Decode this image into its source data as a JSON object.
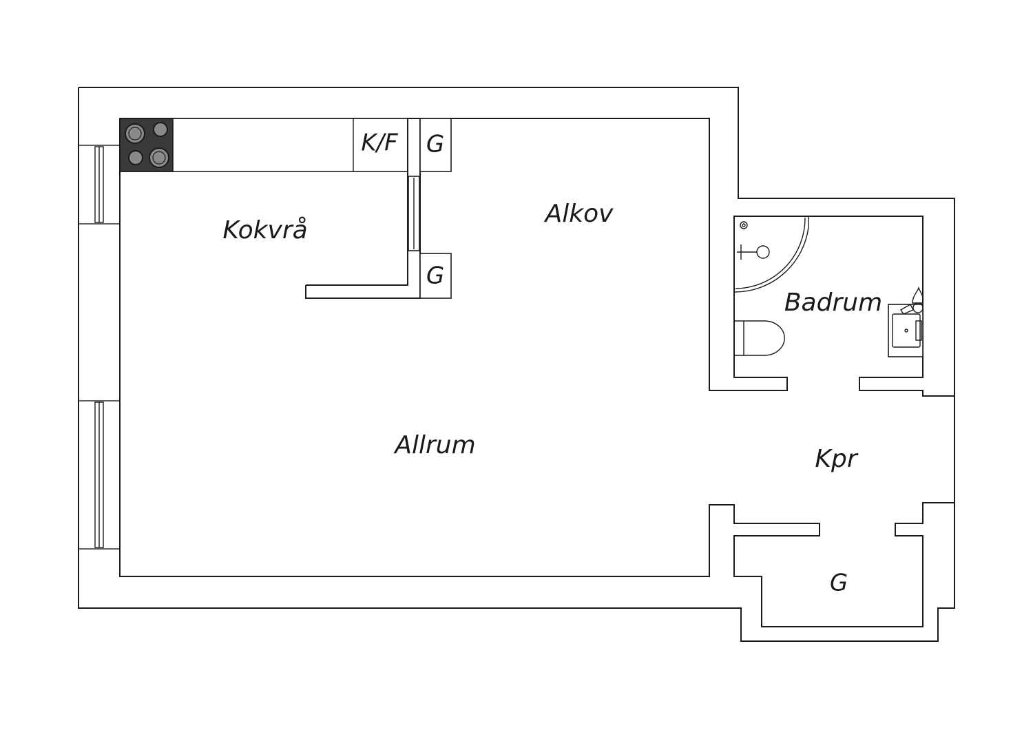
{
  "rooms": {
    "kitchen": "Kokvrå",
    "alcove": "Alkov",
    "living_room": "Allrum",
    "bathroom": "Badrum",
    "corridor": "Kpr"
  },
  "fixtures": {
    "fridge_freezer": "K/F",
    "wardrobe_top": "G",
    "wardrobe_mid": "G",
    "wardrobe_hall": "G"
  },
  "colors": {
    "line": "#1a1a1a",
    "stove": "#3a3a3a",
    "burner": "#8a8a8a"
  }
}
